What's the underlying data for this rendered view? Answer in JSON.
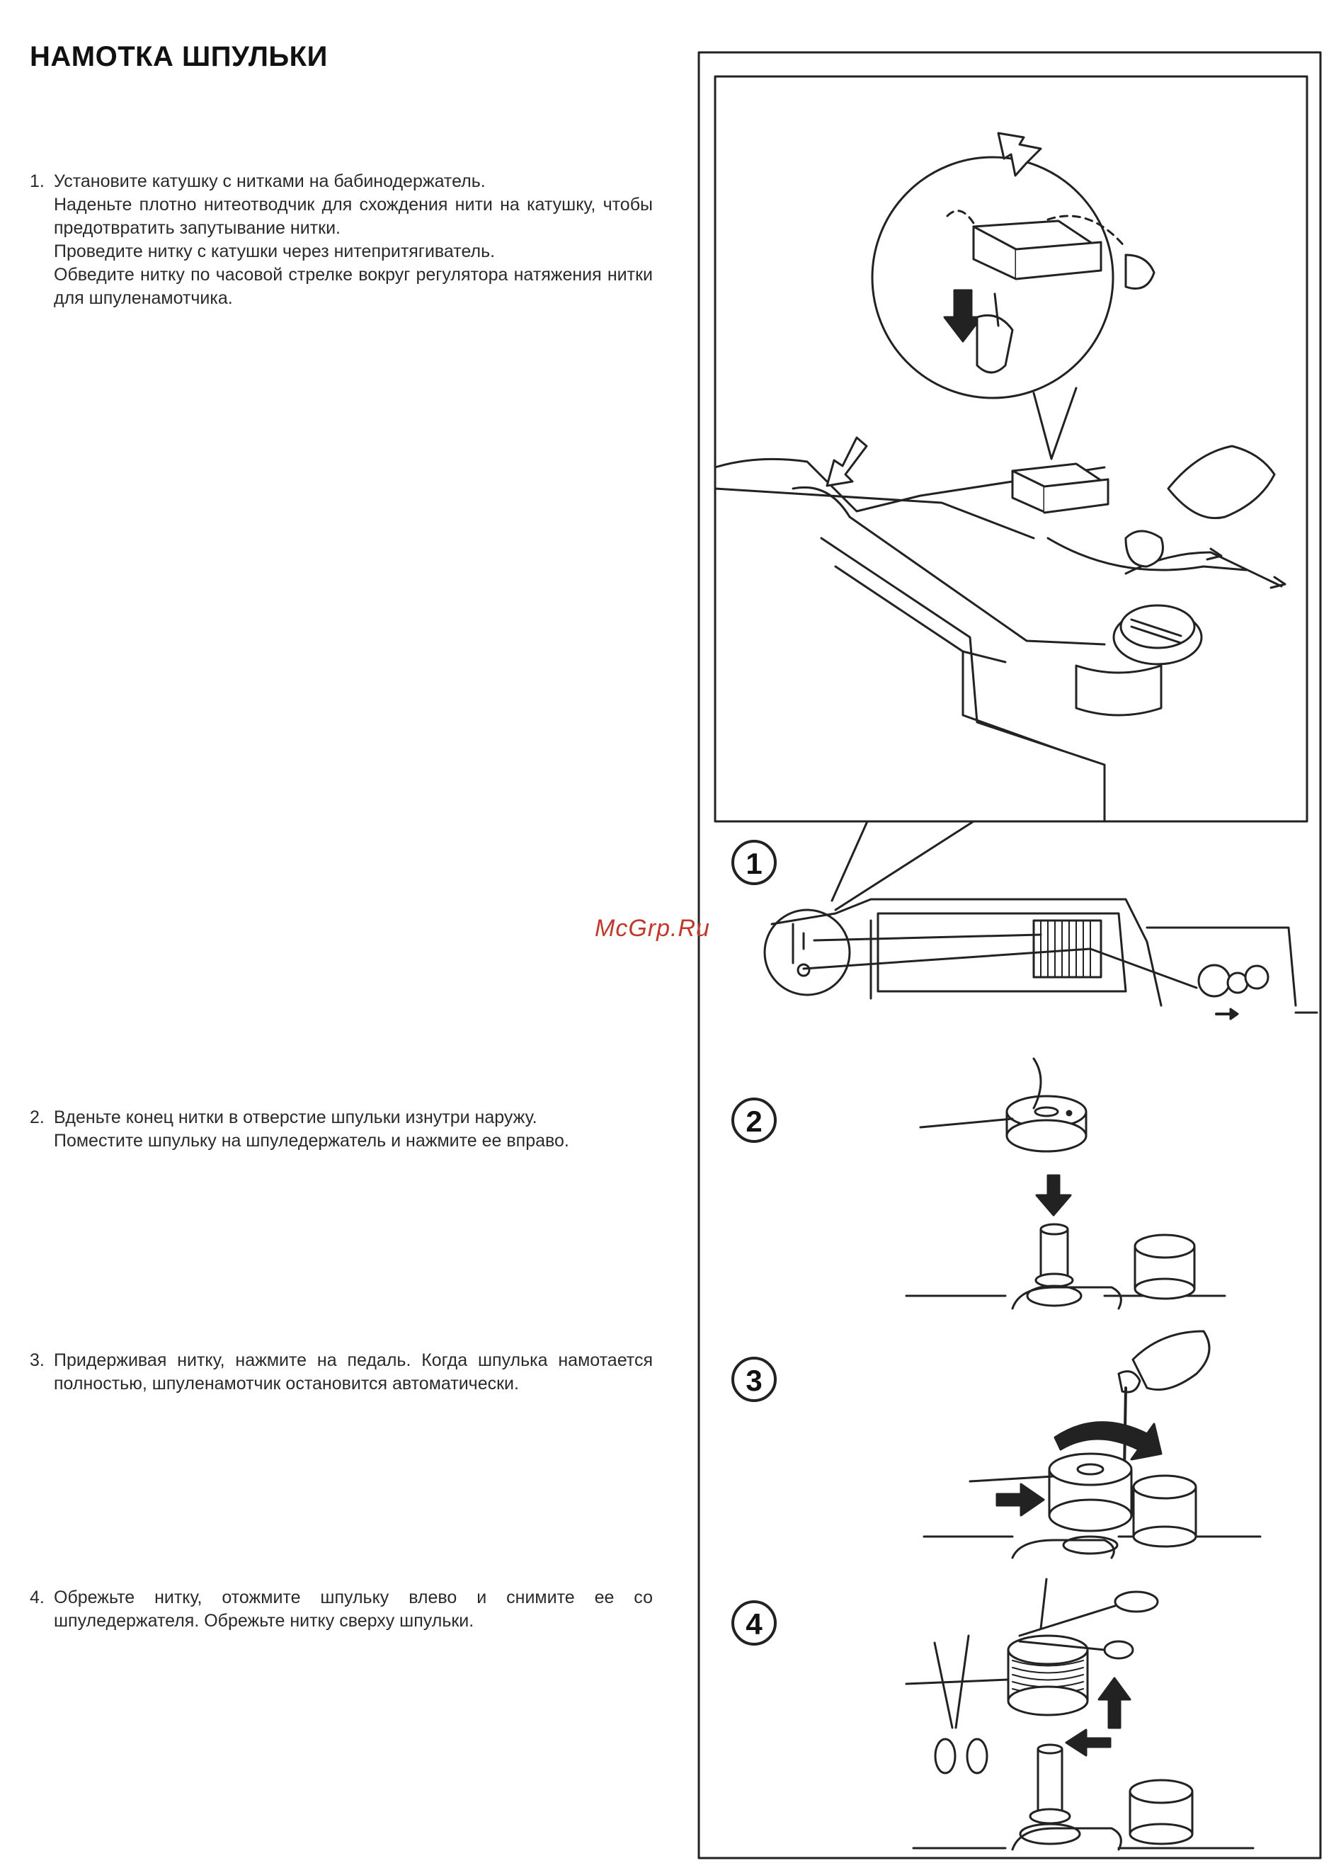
{
  "title": "НАМОТКА ШПУЛЬКИ",
  "steps": [
    {
      "num": "1.",
      "text": "Установите катушку с нитками на бабинодержатель.\nНаденьте плотно нитеотводчик для схождения нити на катушку, чтобы предотвратить запутывание нитки.\nПроведите нитку с катушки через нитепритягиватель.\nОбведите нитку по часовой стрелке вокруг регулятора натяжения нитки для шпуленамотчика."
    },
    {
      "num": "2.",
      "text": "Вденьте конец нитки в отверстие шпульки изнутри наружу.\nПоместите шпульку на шпуледержатель и нажмите ее вправо."
    },
    {
      "num": "3.",
      "text": "Придерживая нитку, нажмите на педаль. Когда шпулька намотается полностью, шпуленамотчик остановится автоматически."
    },
    {
      "num": "4.",
      "text": "Обрежьте нитку, отожмите шпульку влево и снимите ее со шпуледержателя. Обрежьте нитку сверху шпульки."
    }
  ],
  "figure_labels": [
    "1",
    "2",
    "3",
    "4"
  ],
  "watermark": "McGrp.Ru"
}
